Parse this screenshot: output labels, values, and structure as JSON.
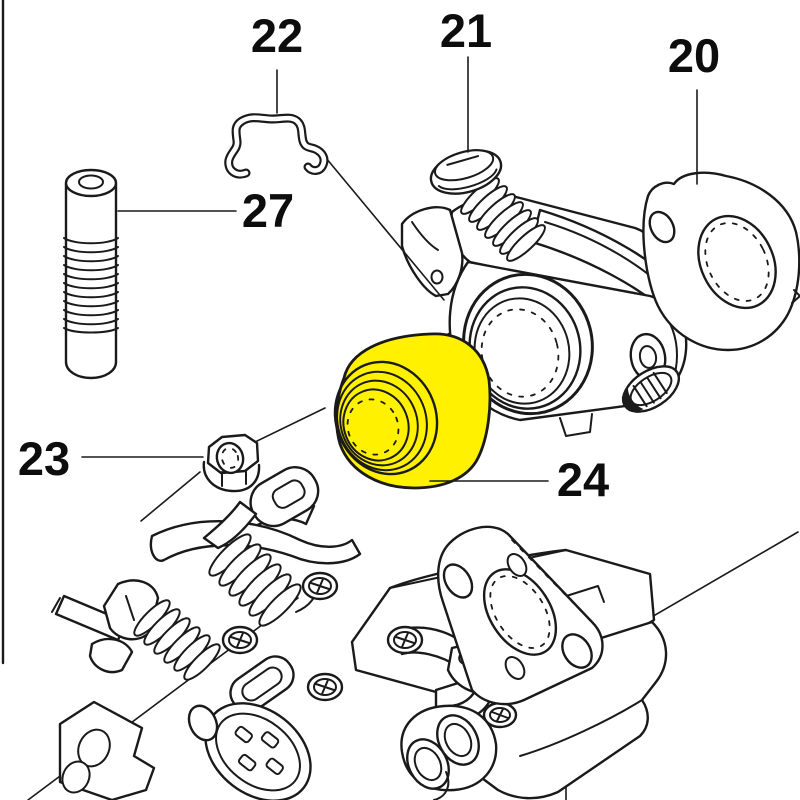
{
  "diagram": {
    "background_color": "#ffffff",
    "line_color": "#1a1a1a",
    "text_color": "#0d0d0d",
    "highlight_color": "#fff100",
    "highlighted_callout": "24",
    "callouts": {
      "c20": "20",
      "c21": "21",
      "c22": "22",
      "c23": "23",
      "c24": "24",
      "c27": "27"
    }
  }
}
